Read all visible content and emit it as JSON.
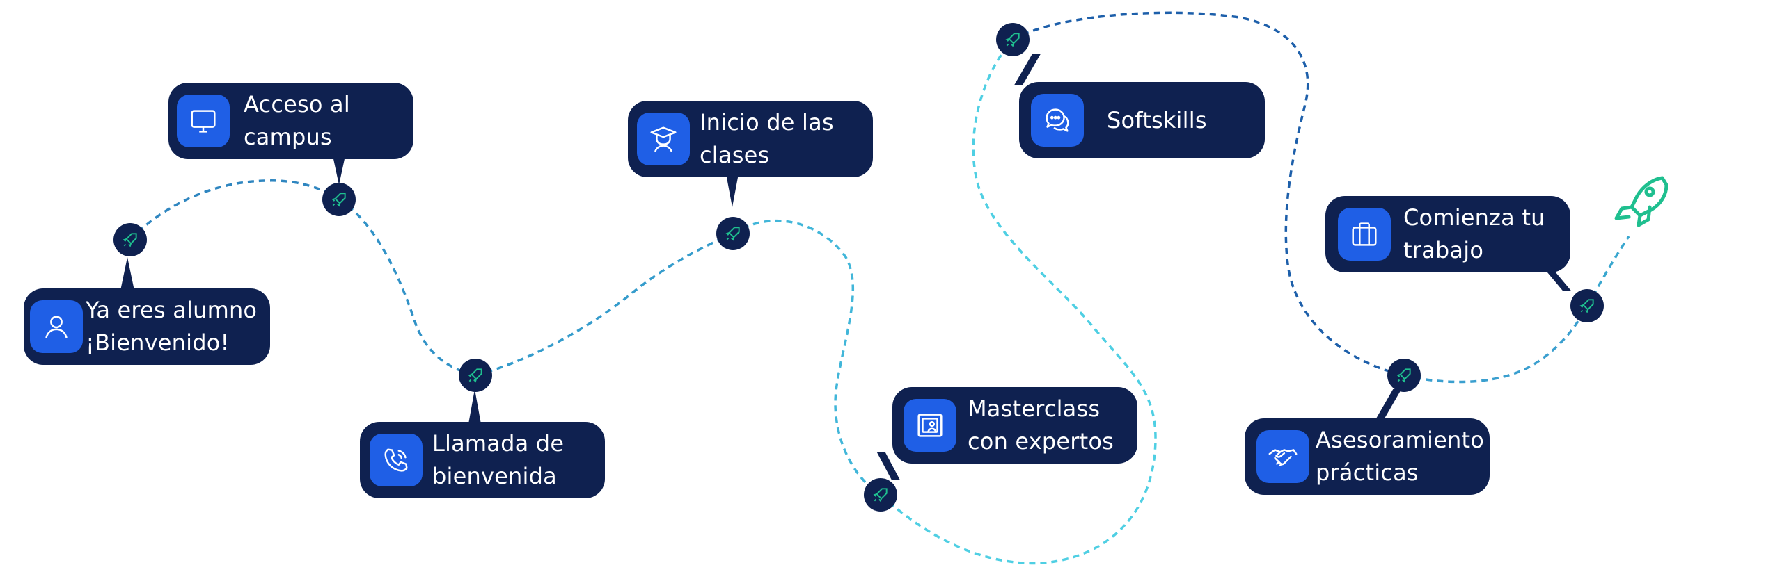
{
  "colors": {
    "card_bg": "#0f2150",
    "icon_bg": "#1f5fe6",
    "path_start": "#2a66b3",
    "path_end": "#4fd3e6",
    "rocket": "#1fbf8f"
  },
  "steps": [
    {
      "line1": "Ya eres alumno",
      "line2": "¡Bienvenido!",
      "icon": "user-icon"
    },
    {
      "line1": "Acceso al",
      "line2": "campus",
      "icon": "monitor-icon"
    },
    {
      "line1": "Llamada de",
      "line2": "bienvenida",
      "icon": "phone-icon"
    },
    {
      "line1": "Inicio de las",
      "line2": "clases",
      "icon": "graduate-icon"
    },
    {
      "line1": "Masterclass",
      "line2": "con expertos",
      "icon": "presentation-icon"
    },
    {
      "line1": "Softskills",
      "line2": "",
      "icon": "chat-icon"
    },
    {
      "line1": "Asesoramiento",
      "line2": "prácticas",
      "icon": "handshake-icon"
    },
    {
      "line1": "Comienza tu",
      "line2": "trabajo",
      "icon": "briefcase-icon"
    }
  ],
  "final_icon": "rocket-icon"
}
